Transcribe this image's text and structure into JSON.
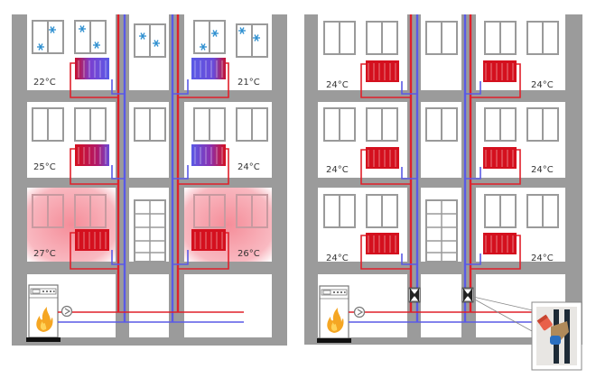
{
  "diagram": {
    "type": "heating-system-comparison",
    "colors": {
      "wall": "#999999",
      "room": "#ffffff",
      "supply_pipe": "#e0202a",
      "return_pipe": "#5a5ae6",
      "radiator_hot": "#d4101e",
      "radiator_cold": "#5a5ae6",
      "overheat_glow": "#f7a3ac",
      "frost": "#2e8fd0",
      "flame": "#f5a623"
    },
    "panels": [
      {
        "id": "unbalanced",
        "balanced": false,
        "floors": [
          {
            "level": 3,
            "left_temp": "22°C",
            "right_temp": "21°C",
            "frosted_windows": true,
            "overheated": false
          },
          {
            "level": 2,
            "left_temp": "25°C",
            "right_temp": "24°C",
            "frosted_windows": false,
            "overheated": false
          },
          {
            "level": 1,
            "left_temp": "27°C",
            "right_temp": "26°C",
            "frosted_windows": false,
            "overheated": true
          }
        ],
        "basement": {
          "boiler": "boiler-with-flame",
          "pump": "circulation-pump",
          "balancing_valves": false
        }
      },
      {
        "id": "balanced",
        "balanced": true,
        "floors": [
          {
            "level": 3,
            "left_temp": "24°C",
            "right_temp": "24°C",
            "frosted_windows": false,
            "overheated": false
          },
          {
            "level": 2,
            "left_temp": "24°C",
            "right_temp": "24°C",
            "frosted_windows": false,
            "overheated": false
          },
          {
            "level": 1,
            "left_temp": "24°C",
            "right_temp": "24°C",
            "frosted_windows": false,
            "overheated": false
          }
        ],
        "basement": {
          "boiler": "boiler-with-flame",
          "pump": "circulation-pump",
          "balancing_valves": true,
          "valve_count": 2
        },
        "inset": {
          "label": "balancing-valve-photo"
        }
      }
    ]
  },
  "labels": {
    "p0_f3_left": "22°C",
    "p0_f3_right": "21°C",
    "p0_f2_left": "25°C",
    "p0_f2_right": "24°C",
    "p0_f1_left": "27°C",
    "p0_f1_right": "26°C",
    "p1_f3_left": "24°C",
    "p1_f3_right": "24°C",
    "p1_f2_left": "24°C",
    "p1_f2_right": "24°C",
    "p1_f1_left": "24°C",
    "p1_f1_right": "24°C"
  }
}
